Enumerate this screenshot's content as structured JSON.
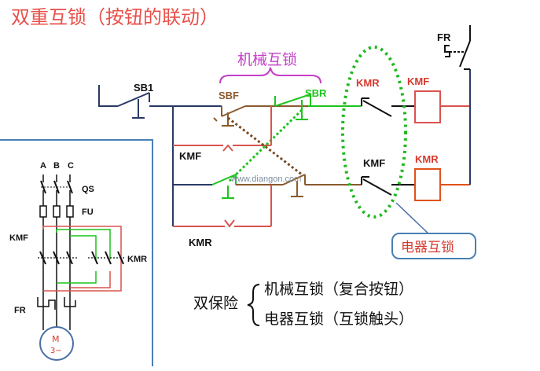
{
  "title": "双重互锁（按钮的联动）",
  "mechanical_interlock_label": "机械互锁",
  "electrical_interlock_label": "电器互锁",
  "watermark": "www.diangon.com",
  "labels": {
    "sb1": "SB1",
    "sbf": "SBF",
    "sbr": "SBR",
    "kmf_contact": "KMF",
    "kmr_contact": "KMR",
    "kmr_interlock": "KMR",
    "kmf_interlock": "KMF",
    "kmf_coil": "KMF",
    "kmr_coil": "KMR",
    "fr": "FR"
  },
  "main_circuit": {
    "phases": [
      "A",
      "B",
      "C"
    ],
    "qs": "QS",
    "fu": "FU",
    "kmf": "KMF",
    "kmr": "KMR",
    "fr": "FR",
    "motor": "M",
    "motor_phase": "3~"
  },
  "legend": {
    "heading": "双保险",
    "items": [
      "机械互锁（复合按钮）",
      "电器互锁（互锁触头）"
    ]
  },
  "colors": {
    "title": "#e8504a",
    "mechanical": "#c43fc7",
    "electrical": "#d63a2e",
    "forward": "#1bc41b",
    "reverse": "#d9534f",
    "coil_fill": "#ffffff",
    "box_border": "#4a7fb5",
    "dotted_link": "#7a4a24"
  }
}
